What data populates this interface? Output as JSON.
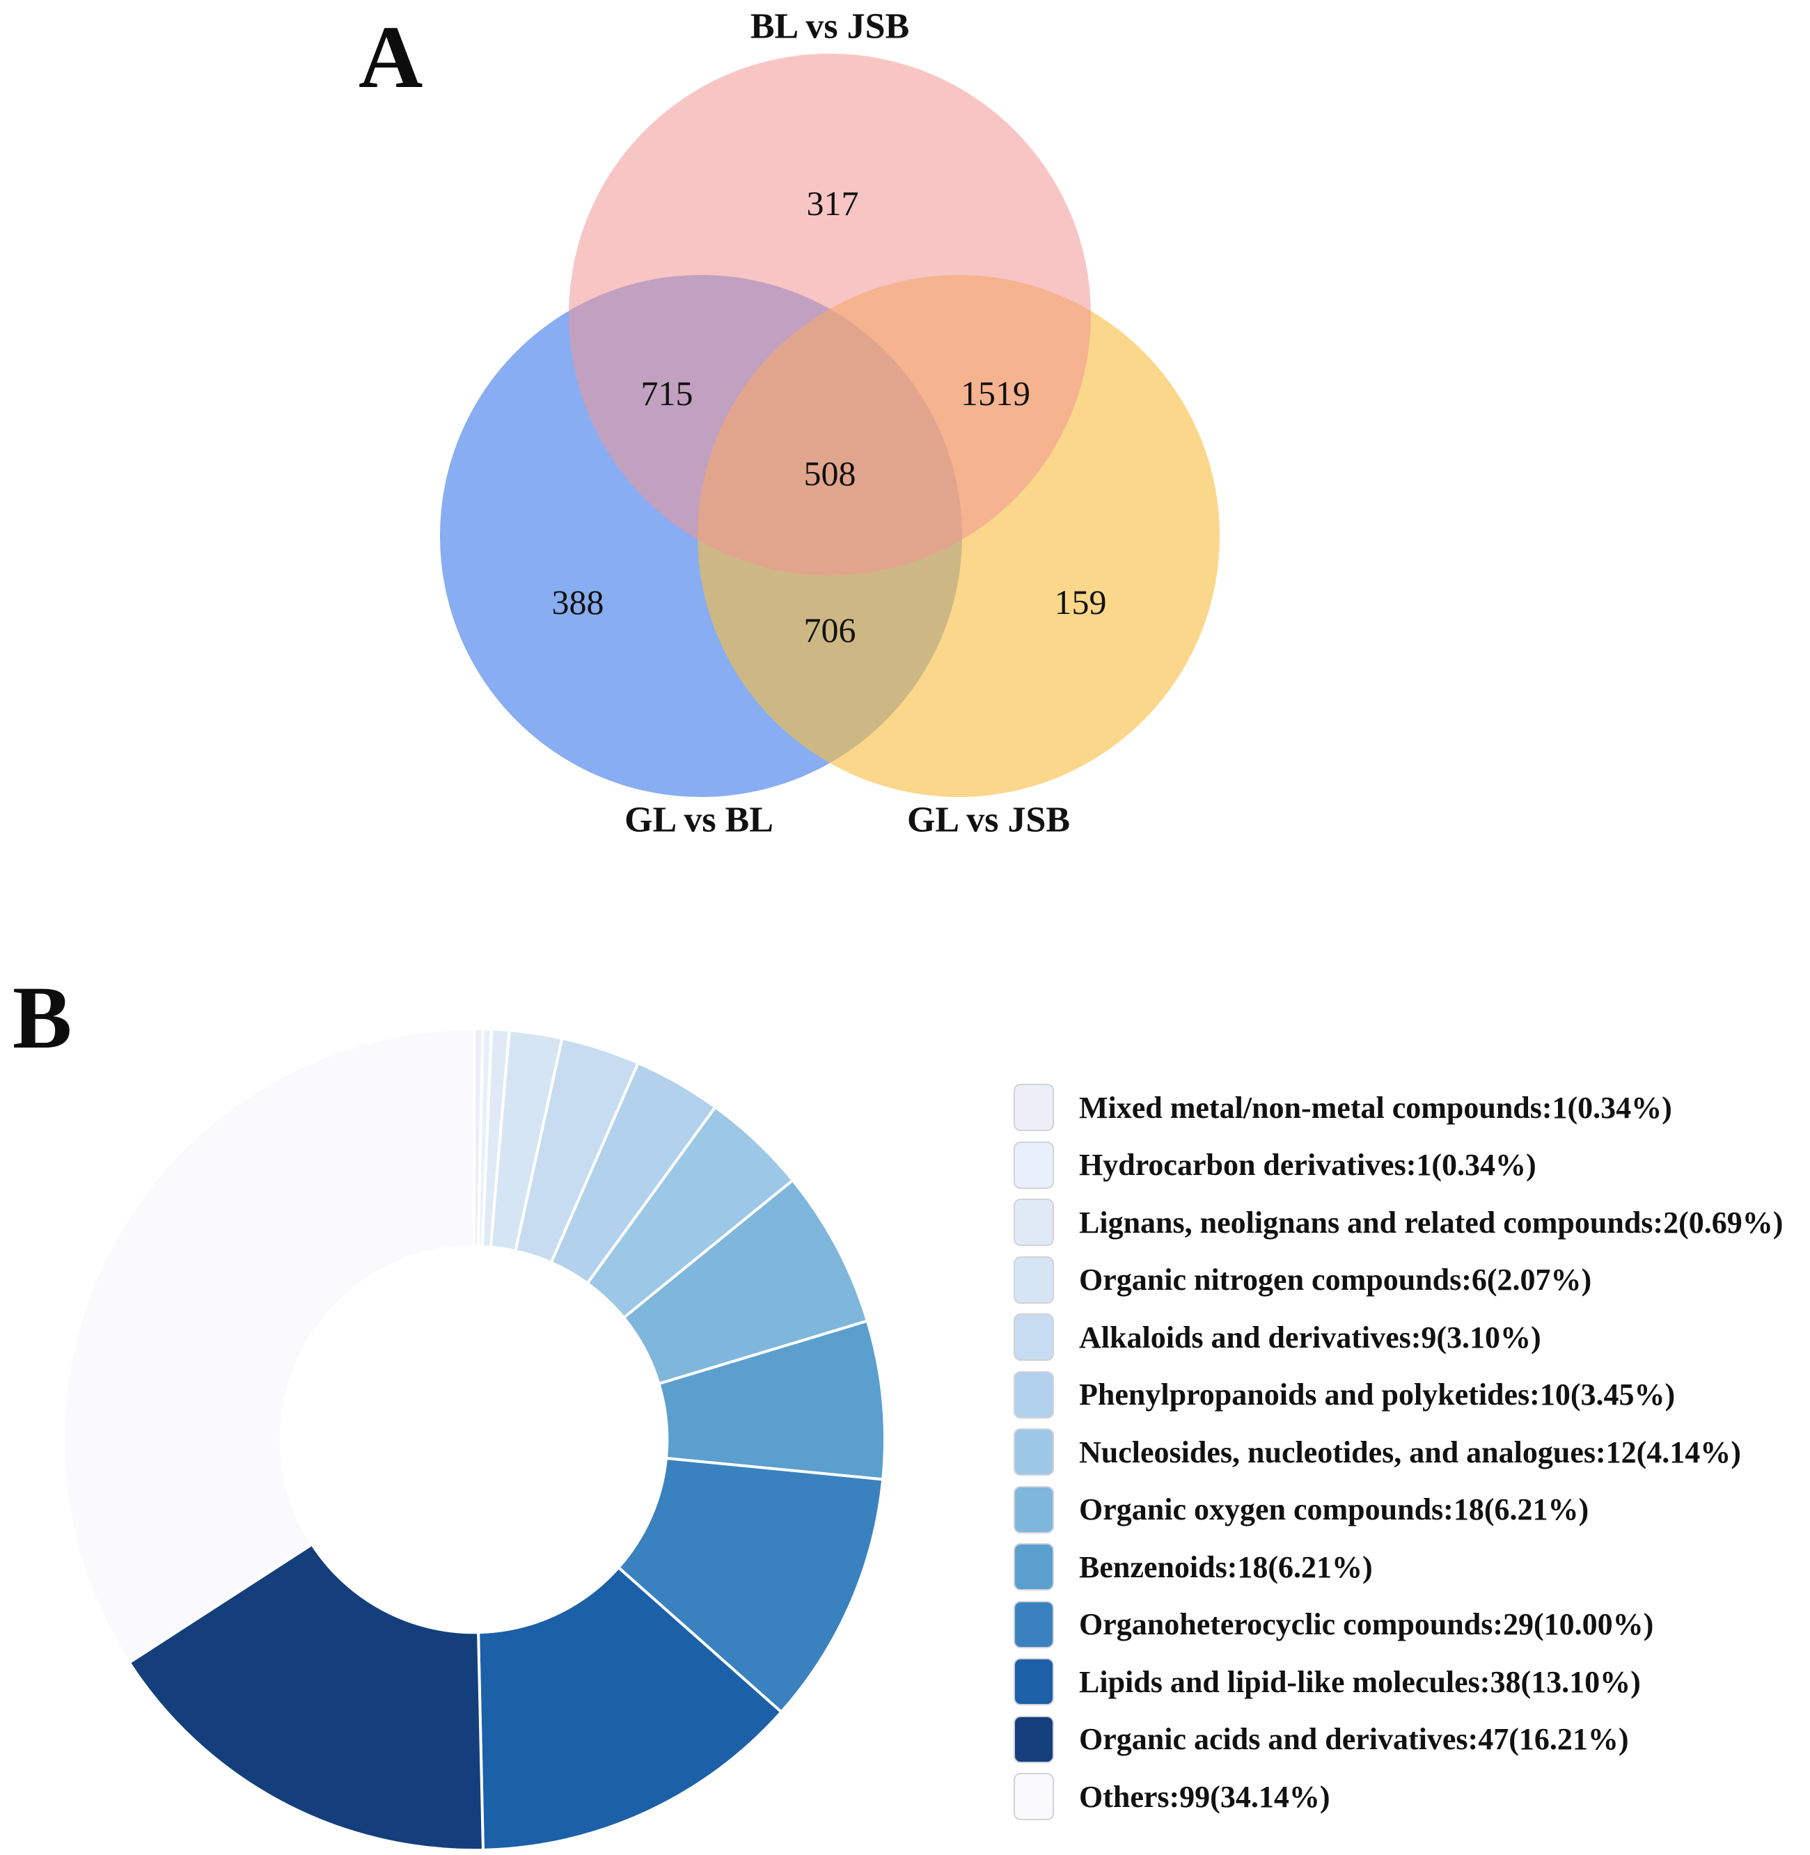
{
  "panels": {
    "a_label": "A",
    "b_label": "B"
  },
  "venn": {
    "sets": [
      {
        "name": "BL vs JSB",
        "color": "rgba(243,150,150,0.55)"
      },
      {
        "name": "GL vs BL",
        "color": "rgba(96,146,238,0.75)"
      },
      {
        "name": "GL vs JSB",
        "color": "rgba(247,191,66,0.62)"
      }
    ],
    "labels": {
      "top": "BL vs JSB",
      "left": "GL vs BL",
      "right": "GL vs JSB"
    },
    "counts": {
      "bl_jsb_only": "317",
      "gl_bl_only": "388",
      "gl_jsb_only": "159",
      "bl_jsb_and_gl_bl": "715",
      "bl_jsb_and_gl_jsb": "1519",
      "gl_bl_and_gl_jsb": "706",
      "all_three": "508"
    }
  },
  "chart_data": {
    "type": "pie",
    "subtype": "donut",
    "direction": "clockwise",
    "start_angle_deg": 0,
    "inner_radius_ratio": 0.47,
    "categories": [
      "Mixed metal/non-metal compounds",
      "Hydrocarbon derivatives",
      "Lignans, neolignans and related compounds",
      "Organic nitrogen compounds",
      "Alkaloids and derivatives",
      "Phenylpropanoids and polyketides",
      "Nucleosides, nucleotides, and analogues",
      "Organic oxygen compounds",
      "Benzenoids",
      "Organoheterocyclic compounds",
      "Lipids and lipid-like molecules",
      "Organic acids and derivatives",
      "Others"
    ],
    "values": [
      1,
      1,
      2,
      6,
      9,
      10,
      12,
      18,
      18,
      29,
      38,
      47,
      99
    ],
    "percents": [
      0.34,
      0.34,
      0.69,
      2.07,
      3.1,
      3.45,
      4.14,
      6.21,
      6.21,
      10.0,
      13.1,
      16.21,
      34.14
    ],
    "colors": [
      "#edeff7",
      "#e8f1fb",
      "#e0eaf7",
      "#d6e5f4",
      "#c7dcf1",
      "#b2d1ec",
      "#9cc7e6",
      "#7fb6dc",
      "#5b9fcf",
      "#3a82bf",
      "#1c60a7",
      "#143f7c",
      "#faf9fb"
    ],
    "legend": {
      "position": "right",
      "labels": [
        "Mixed metal/non-metal compounds:1(0.34%)",
        "Hydrocarbon derivatives:1(0.34%)",
        "Lignans, neolignans and related compounds:2(0.69%)",
        "Organic nitrogen compounds:6(2.07%)",
        "Alkaloids and derivatives:9(3.10%)",
        "Phenylpropanoids and polyketides:10(3.45%)",
        "Nucleosides, nucleotides, and analogues:12(4.14%)",
        "Organic oxygen compounds:18(6.21%)",
        "Benzenoids:18(6.21%)",
        "Organoheterocyclic compounds:29(10.00%)",
        "Lipids and lipid-like molecules:38(13.10%)",
        "Organic acids and derivatives:47(16.21%)",
        "Others:99(34.14%)"
      ]
    }
  }
}
